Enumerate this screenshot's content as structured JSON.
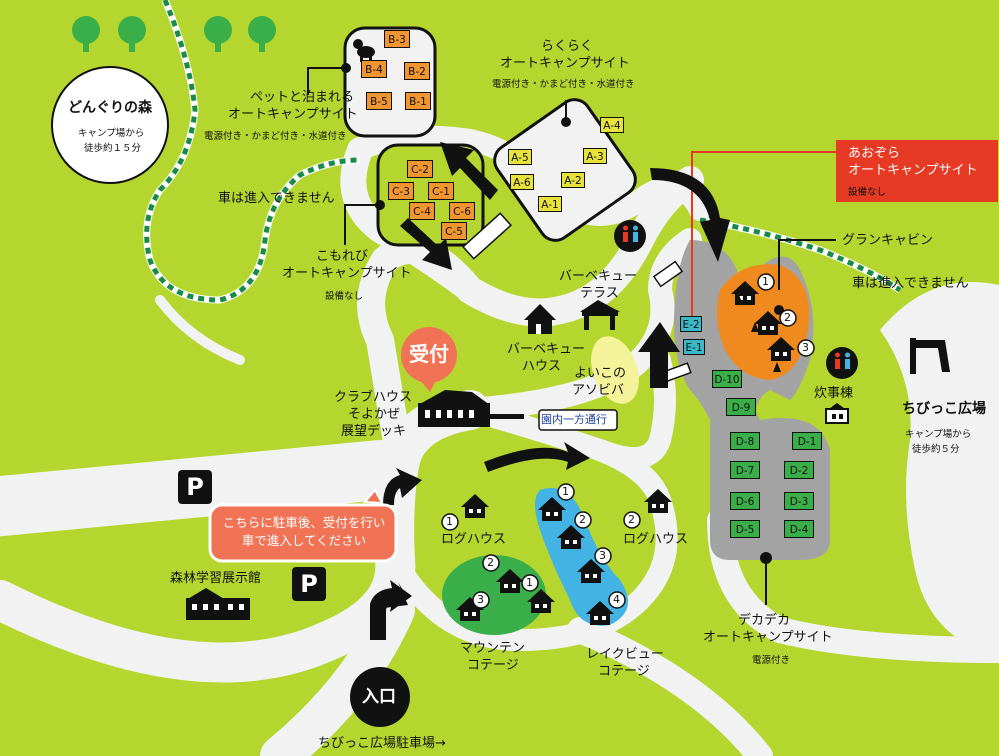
{
  "areas": {
    "donguri": {
      "title": "どんぐりの森",
      "note_line1": "キャンプ場から",
      "note_line2": "徒歩約１５分"
    },
    "chibikko": {
      "title": "ちびっこ広場",
      "note_line1": "キャンプ場から",
      "note_line2": "徒歩約５分"
    }
  },
  "sites": {
    "pet": {
      "line1": "ペットと泊まれる",
      "line2": "オートキャンプサイト",
      "note": "電源付き・かまど付き・水道付き",
      "plots": [
        "B-3",
        "B-4",
        "B-2",
        "B-5",
        "B-1"
      ]
    },
    "rakuraku": {
      "line1": "らくらく",
      "line2": "オートキャンプサイト",
      "note": "電源付き・かまど付き・水道付き",
      "plots": [
        "A-4",
        "A-5",
        "A-3",
        "A-6",
        "A-2",
        "A-1"
      ]
    },
    "komorebi": {
      "line1": "こもれび",
      "line2": "オートキャンプサイト",
      "note": "設備なし",
      "plots": [
        "C-2",
        "C-3",
        "C-1",
        "C-4",
        "C-6",
        "C-5"
      ]
    },
    "aozora": {
      "line1": "あおぞら",
      "line2": "オートキャンプサイト",
      "note": "設備なし",
      "plots": [
        "E-2",
        "E-1"
      ]
    },
    "dekadeka": {
      "line1": "デカデカ",
      "line2": "オートキャンプサイト",
      "note": "電源付き",
      "plots": [
        "D-10",
        "D-9",
        "D-8",
        "D-7",
        "D-6",
        "D-5",
        "D-1",
        "D-2",
        "D-3",
        "D-4"
      ]
    }
  },
  "facilities": {
    "gran_cabin": "グランキャビン",
    "no_cars_1": "車は進入できません",
    "no_cars_2": "車は進入できません",
    "bbq_terrace_line1": "バーベキュー",
    "bbq_terrace_line2": "テラス",
    "bbq_house_line1": "バーベキュー",
    "bbq_house_line2": "ハウス",
    "yoikono_line1": "よいこの",
    "yoikono_line2": "アソビバ",
    "suijito": "炊事棟",
    "reception": "受付",
    "clubhouse_line1": "クラブハウス",
    "clubhouse_line2": "そよかぜ",
    "clubhouse_line3": "展望デッキ",
    "one_way": "園内一方通行",
    "loghouse_left": "ログハウス",
    "loghouse_right": "ログハウス",
    "mountain_line1": "マウンテン",
    "mountain_line2": "コテージ",
    "lakeview_line1": "レイクビュー",
    "lakeview_line2": "コテージ",
    "forest_hall": "森林学習展示館",
    "parking_symbol": "P",
    "parking_notice_line1": "こちらに駐車後、受付を行い",
    "parking_notice_line2": "車で進入してください",
    "entrance": "入口",
    "chibikko_parking": "ちびっこ広場駐車場→"
  },
  "numbers": {
    "one": "1",
    "two": "2",
    "three": "3",
    "four": "4"
  },
  "colors": {
    "grass": "#b5d62e",
    "road": "#f2f2f2",
    "black": "#111111",
    "reception": "#f07356",
    "aozora_label": "#e63a24",
    "cabin_orange": "#f08a1e",
    "site_gray": "#a3a3a3",
    "plot_green": "#3aae49",
    "plot_cyan": "#3ab8c8",
    "lake_blue": "#42b3e3",
    "plot_orange": "#f19530",
    "plot_yellow": "#e8e23c",
    "dash_green": "#1a8a4a",
    "yoikono": "#f5f39a"
  }
}
